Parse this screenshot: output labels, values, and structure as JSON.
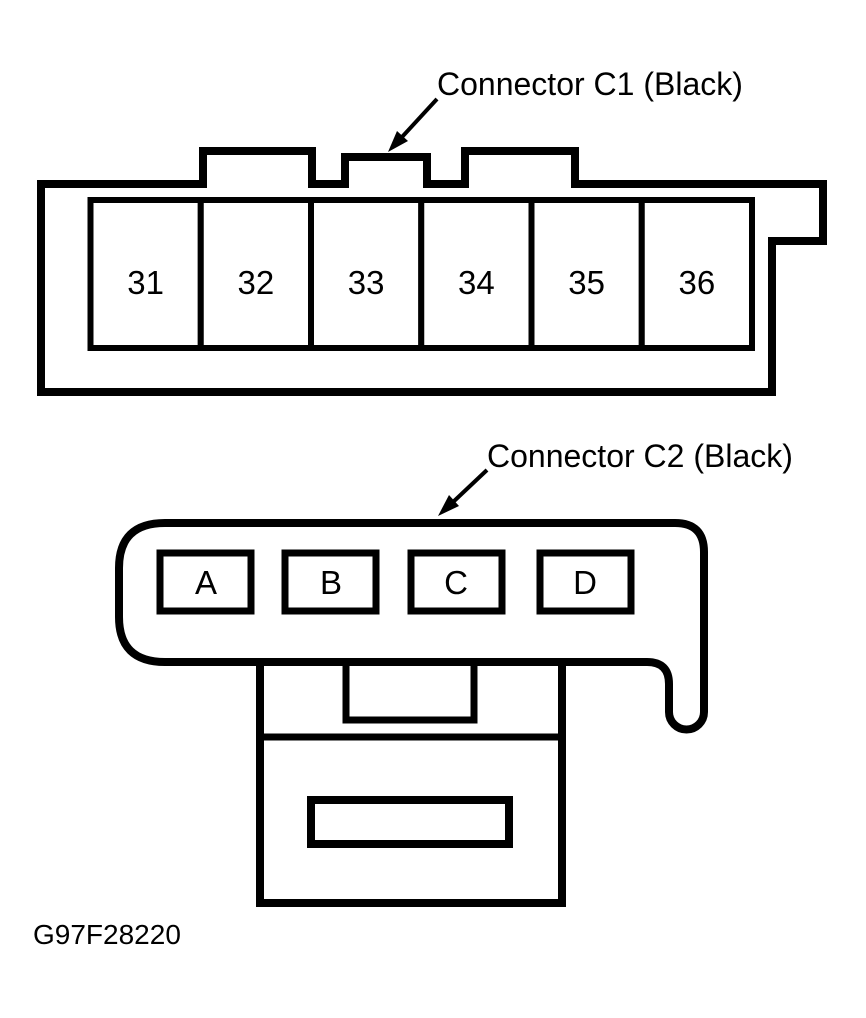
{
  "colors": {
    "background": "#ffffff",
    "line": "#000000",
    "text": "#000000"
  },
  "connector_c1": {
    "label": "Connector C1 (Black)",
    "pins": [
      "31",
      "32",
      "33",
      "34",
      "35",
      "36"
    ]
  },
  "connector_c2": {
    "label": "Connector C2 (Black)",
    "pins": [
      "A",
      "B",
      "C",
      "D"
    ]
  },
  "figure_id": "G97F28220"
}
